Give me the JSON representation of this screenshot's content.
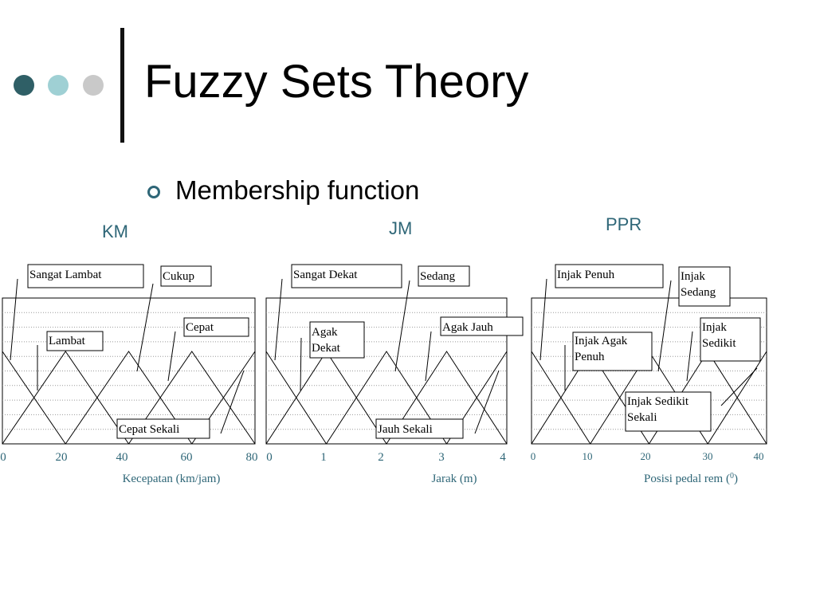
{
  "slide": {
    "title": "Fuzzy Sets Theory",
    "bullet": "Membership function",
    "decor_colors": [
      "#2f5f66",
      "#9fd0d4",
      "#c9c9c9"
    ]
  },
  "panels": [
    {
      "id": "km",
      "heading": "KM",
      "ticks": [
        "0",
        "20",
        "40",
        "60",
        "80"
      ],
      "axis_label": "Kecepatan (km/jam)",
      "labels": [
        "Sangat Lambat",
        "Lambat",
        "Cukup",
        "Cepat",
        "Cepat Sekali"
      ]
    },
    {
      "id": "jm",
      "heading": "JM",
      "ticks": [
        "0",
        "1",
        "2",
        "3",
        "4"
      ],
      "axis_label": "Jarak (m)",
      "labels": [
        "Sangat Dekat",
        "Agak Dekat",
        "Sedang",
        "Agak Jauh",
        "Jauh Sekali"
      ]
    },
    {
      "id": "ppr",
      "heading": "PPR",
      "ticks": [
        "0",
        "10",
        "20",
        "30",
        "40"
      ],
      "axis_label": "Posisi pedal rem (",
      "axis_sup": "0",
      "axis_close": ")",
      "labels": [
        "Injak Penuh",
        "Injak Agak Penuh",
        "Injak Sedang",
        "Injak Sedikit",
        "Injak Sedikit Sekali"
      ]
    }
  ]
}
